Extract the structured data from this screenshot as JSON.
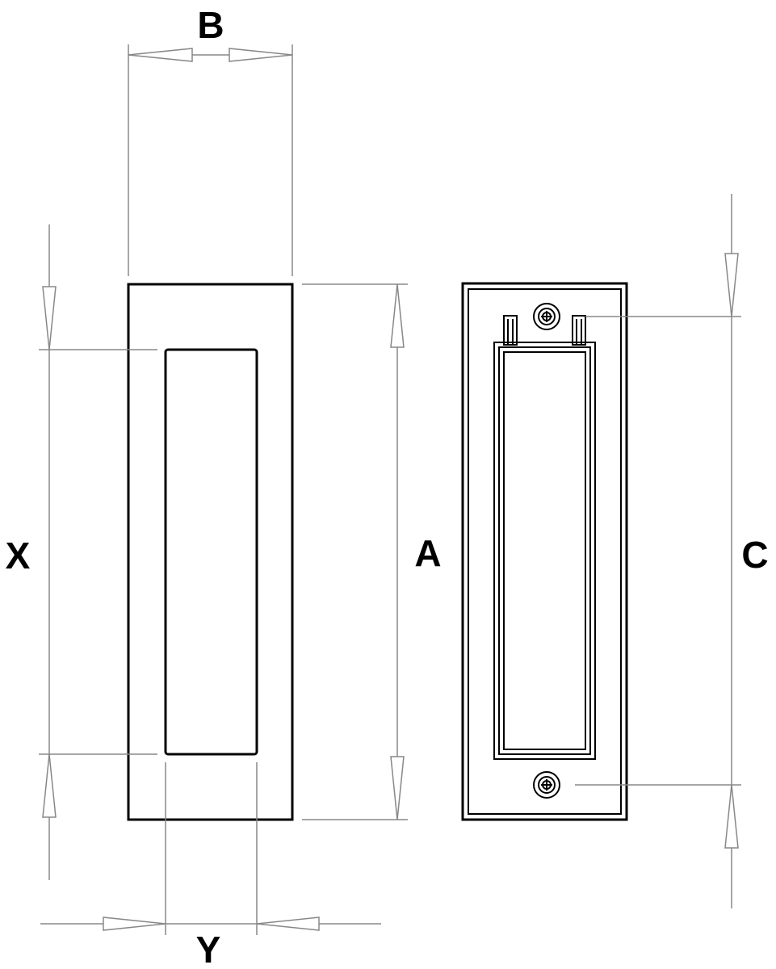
{
  "labels": {
    "a": "A",
    "b": "B",
    "c": "C",
    "x": "X",
    "y": "Y"
  },
  "colors": {
    "object_line": "#000000",
    "dimension_line": "#888888",
    "background": "#ffffff"
  },
  "icons": {
    "screw": "screw-hole-icon"
  }
}
